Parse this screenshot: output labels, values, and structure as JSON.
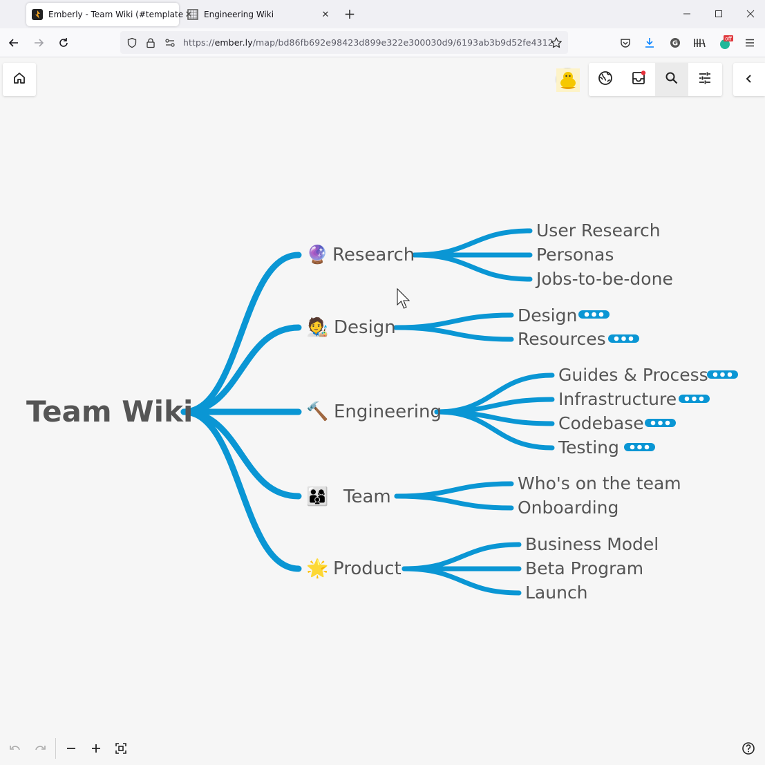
{
  "browser": {
    "tabs": [
      {
        "title": "Emberly - Team Wiki (#template",
        "active": true,
        "favicon": "emberly-logo-icon"
      },
      {
        "title": "Engineering Wiki",
        "active": false,
        "favicon": "grid-favicon-icon"
      }
    ],
    "url_prefix": "https://",
    "url_host": "ember.ly",
    "url_path": "/map/bd86fb692e98423d899e322e300030d9/6193ab3b9d52fe4312",
    "extension_badge": "off"
  },
  "map": {
    "root": "Team Wiki",
    "branches": [
      {
        "emoji": "🔮",
        "label": "Research",
        "children": [
          {
            "label": "User Research",
            "more": false
          },
          {
            "label": "Personas",
            "more": false
          },
          {
            "label": "Jobs-to-be-done",
            "more": false
          }
        ]
      },
      {
        "emoji": "🧑‍🎨",
        "label": "Design",
        "children": [
          {
            "label": "Design",
            "more": true
          },
          {
            "label": "Resources",
            "more": true
          }
        ]
      },
      {
        "emoji": "🔨",
        "label": "Engineering",
        "children": [
          {
            "label": "Guides & Process",
            "more": true
          },
          {
            "label": "Infrastructure",
            "more": true
          },
          {
            "label": "Codebase",
            "more": true
          },
          {
            "label": "Testing",
            "more": true
          }
        ]
      },
      {
        "emoji": "👨‍👩‍👦",
        "label": "Team",
        "children": [
          {
            "label": "Who's on the team",
            "more": false
          },
          {
            "label": "Onboarding",
            "more": false
          }
        ]
      },
      {
        "emoji": "🌟",
        "label": "Product",
        "children": [
          {
            "label": "Business Model",
            "more": false
          },
          {
            "label": "Beta Program",
            "more": false
          },
          {
            "label": "Launch",
            "more": false
          }
        ]
      }
    ]
  },
  "colors": {
    "branch": "#0a96d4",
    "text": "#555555",
    "background": "#f6f6f6"
  }
}
